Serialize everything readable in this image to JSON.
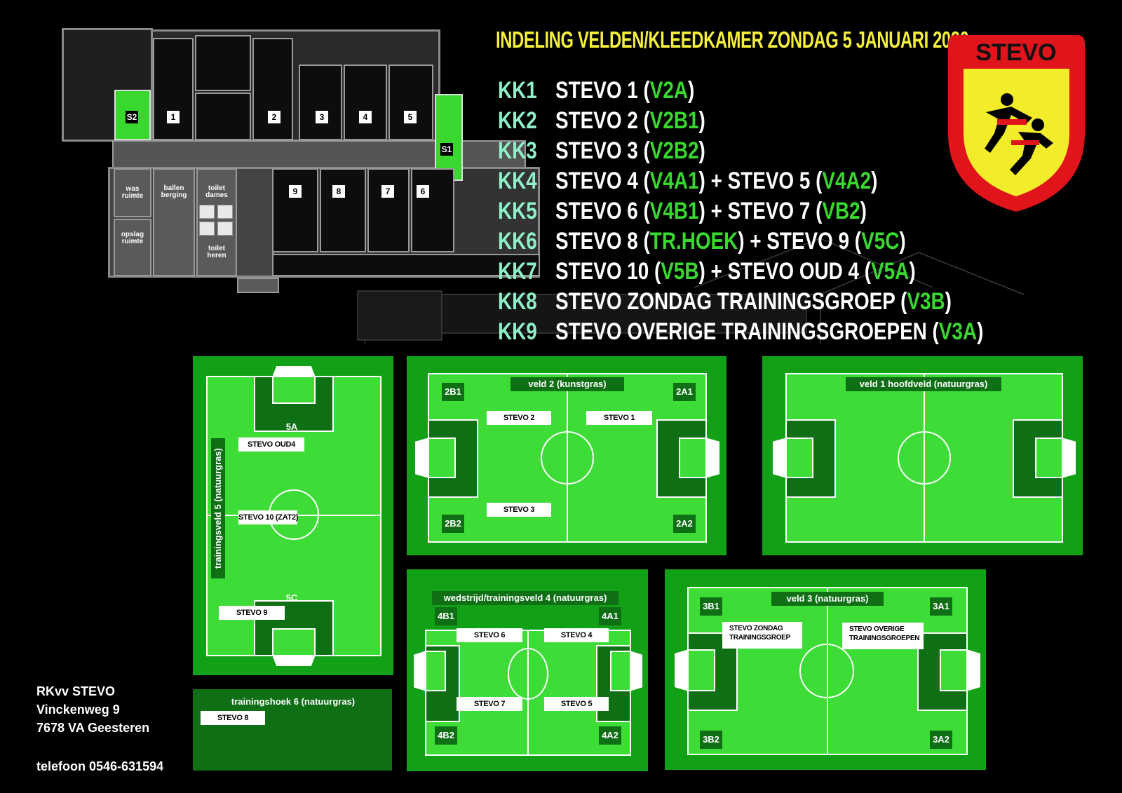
{
  "title": "INDELING VELDEN/KLEEDKAMER ZONDAG 5 JANUARI 2020",
  "assignments": [
    {
      "kk": "KK1",
      "parts": [
        [
          "STEVO 1  (",
          false
        ],
        [
          "V2A",
          true
        ],
        [
          ")",
          false
        ]
      ]
    },
    {
      "kk": "KK2",
      "parts": [
        [
          "STEVO 2  (",
          false
        ],
        [
          "V2B1",
          true
        ],
        [
          ")",
          false
        ]
      ]
    },
    {
      "kk": "KK3",
      "parts": [
        [
          "STEVO 3  (",
          false
        ],
        [
          "V2B2",
          true
        ],
        [
          ")",
          false
        ]
      ]
    },
    {
      "kk": "KK4",
      "parts": [
        [
          "STEVO 4  (",
          false
        ],
        [
          "V4A1",
          true
        ],
        [
          ") + STEVO 5 (",
          false
        ],
        [
          "V4A2",
          true
        ],
        [
          ")",
          false
        ]
      ]
    },
    {
      "kk": "KK5",
      "parts": [
        [
          "STEVO 6 (",
          false
        ],
        [
          "V4B1",
          true
        ],
        [
          ") + STEVO 7 (",
          false
        ],
        [
          "VB2",
          true
        ],
        [
          ")",
          false
        ]
      ]
    },
    {
      "kk": "KK6",
      "parts": [
        [
          "STEVO 8 (",
          false
        ],
        [
          "TR.HOEK",
          true
        ],
        [
          ") + STEVO 9 (",
          false
        ],
        [
          "V5C",
          true
        ],
        [
          ")",
          false
        ]
      ]
    },
    {
      "kk": "KK7",
      "parts": [
        [
          "STEVO 10 (",
          false
        ],
        [
          "V5B",
          true
        ],
        [
          ") + STEVO OUD 4 (",
          false
        ],
        [
          "V5A",
          true
        ],
        [
          ")",
          false
        ]
      ]
    },
    {
      "kk": "KK8",
      "parts": [
        [
          "STEVO ZONDAG TRAININGSGROEP (",
          false
        ],
        [
          "V3B",
          true
        ],
        [
          ")",
          false
        ]
      ]
    },
    {
      "kk": "KK9",
      "parts": [
        [
          "STEVO OVERIGE TRAININGSGROEPEN (",
          false
        ],
        [
          "V3A",
          true
        ],
        [
          ")",
          false
        ]
      ]
    }
  ],
  "logo": {
    "text": "STEVO",
    "colors": {
      "red": "#e0141b",
      "yellow": "#f2ec2a",
      "black": "#000000"
    }
  },
  "floorplan": {
    "rooms_top": [
      "S2",
      "1",
      "2",
      "3",
      "4",
      "5"
    ],
    "rooms_bottom": [
      "9",
      "8",
      "7",
      "6"
    ],
    "s1": "S1",
    "wasruimte": "was\nruimte",
    "ballenberging": "ballen\nberging",
    "toilet_dames": "toilet\ndames",
    "opslagruimte": "opslag\nruimte",
    "toilet_heren": "toilet\nheren"
  },
  "fields": {
    "veld5": {
      "title": "trainingsveld 5 (natuurgras)",
      "zones": {
        "a": "5A",
        "c": "5C"
      },
      "teams": {
        "oud4": "STEVO OUD4",
        "stevo10": "STEVO 10 (ZAT2)",
        "stevo9": "STEVO 9"
      }
    },
    "hoek6": {
      "title": "trainingshoek 6 (natuurgras)",
      "team": "STEVO 8"
    },
    "veld2": {
      "title": "veld 2 (kunstgras)",
      "corners": {
        "tl": "2B1",
        "tr": "2A1",
        "bl": "2B2",
        "br": "2A2"
      },
      "teams": {
        "stevo2": "STEVO 2",
        "stevo1": "STEVO 1",
        "stevo3": "STEVO 3"
      }
    },
    "veld1": {
      "title": "veld 1 hoofdveld (natuurgras)"
    },
    "veld4": {
      "title": "wedstrijd/trainingsveld 4 (natuurgras)",
      "corners": {
        "tl": "4B1",
        "tr": "4A1",
        "bl": "4B2",
        "br": "4A2"
      },
      "teams": {
        "stevo6": "STEVO 6",
        "stevo4": "STEVO 4",
        "stevo7": "STEVO 7",
        "stevo5": "STEVO 5"
      }
    },
    "veld3": {
      "title": "veld 3 (natuurgras)",
      "corners": {
        "tl": "3B1",
        "tr": "3A1",
        "bl": "3B2",
        "br": "3A2"
      },
      "teams": {
        "zondag": "STEVO ZONDAG TRAININGSGROEP",
        "overige": "STEVO OVERIGE TRAININGSGROEPEN"
      }
    }
  },
  "address": {
    "name": "RKvv STEVO",
    "street": "Vinckenweg 9",
    "city": "7678 VA  Geesteren",
    "phone": "telefoon 0546-631594"
  },
  "colors": {
    "title": "#f5ef3a",
    "kk": "#8ff0c8",
    "accent": "#39d82f",
    "field": "#3ddc37",
    "field_dark": "#0f6f15"
  }
}
